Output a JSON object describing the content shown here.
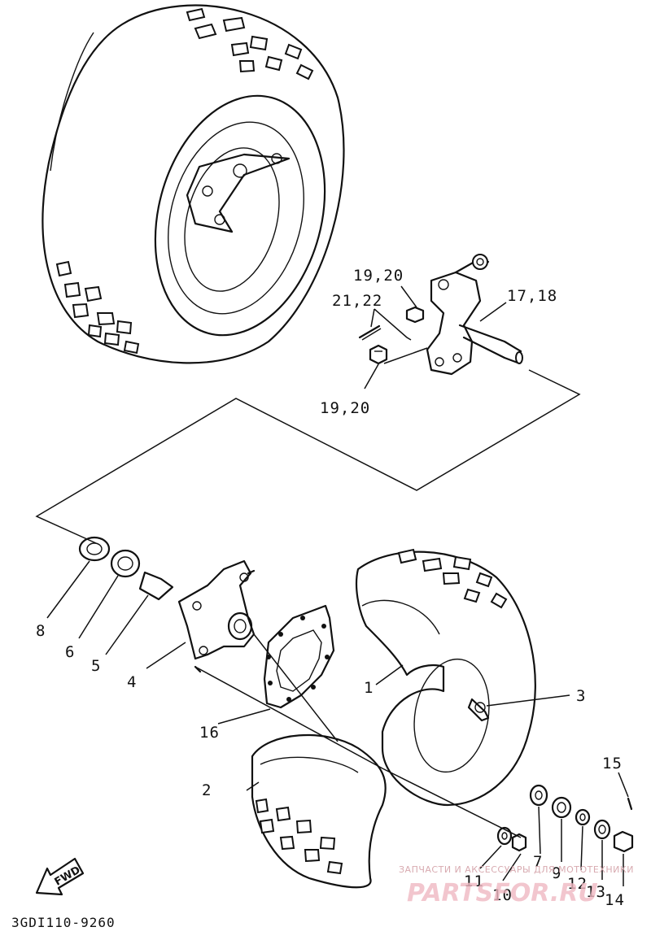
{
  "diagram": {
    "drawing_code": "3GDI110-9260",
    "fwd_label": "FWD",
    "callouts": {
      "c1": "1",
      "c2": "2",
      "c3": "3",
      "c4": "4",
      "c5": "5",
      "c6": "6",
      "c7": "7",
      "c8": "8",
      "c9": "9",
      "c10": "10",
      "c11": "11",
      "c12": "12",
      "c13": "13",
      "c14": "14",
      "c15": "15",
      "c16": "16",
      "c17_18": "17,18",
      "c19_20_top": "19,20",
      "c19_20_bottom": "19,20",
      "c21_22": "21,22"
    }
  },
  "watermark": {
    "tagline": "ЗАПЧАСТИ И АКСЕССУАРЫ ДЛЯ МОТОТЕХНИКИ",
    "brand": "PARTSFOR.RU"
  }
}
